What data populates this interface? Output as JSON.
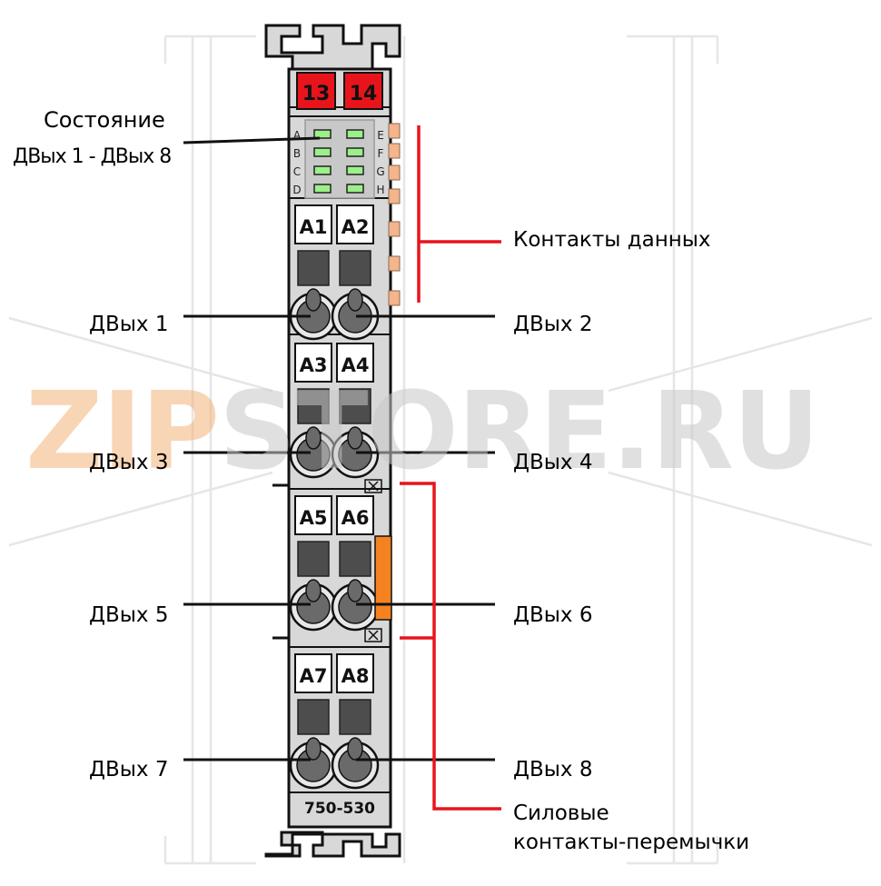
{
  "module": {
    "model": "750-530",
    "top_terminals": [
      "13",
      "14"
    ],
    "led_letters_left": [
      "A",
      "B",
      "C",
      "D"
    ],
    "led_letters_right": [
      "E",
      "F",
      "G",
      "H"
    ],
    "slots": [
      {
        "left": "A1",
        "right": "A2"
      },
      {
        "left": "A3",
        "right": "A4"
      },
      {
        "left": "A5",
        "right": "A6"
      },
      {
        "left": "A7",
        "right": "A8"
      }
    ]
  },
  "labels": {
    "status_line1": "Состояние",
    "status_line2": "ДВых 1 - ДВых 8",
    "data_contacts": "Контакты данных",
    "power_jumper_line1": "Силовые",
    "power_jumper_line2": "контакты-перемычки",
    "outputs": [
      "ДВых 1",
      "ДВых 2",
      "ДВых 3",
      "ДВых 4",
      "ДВых 5",
      "ДВых 6",
      "ДВых 7",
      "ДВых 8"
    ]
  },
  "watermark": {
    "part1": "ZIP",
    "part2": "STORE.RU"
  },
  "colors": {
    "terminal_red": "#e8141c",
    "led_green": "#9cf08a",
    "data_contact": "#f4b48c",
    "jumper_orange": "#f58220",
    "callout_red": "#e8141c",
    "body_gray": "#d8d8d8"
  }
}
